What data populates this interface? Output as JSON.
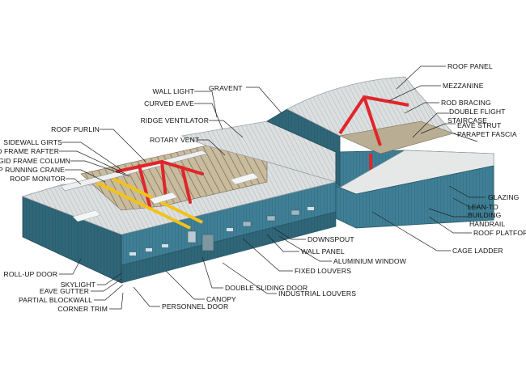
{
  "colors": {
    "wall_panel": "#3f7f95",
    "wall_panel_dark": "#2f6678",
    "roof_panel": "#d9dcdc",
    "frame_red": "#e0262b",
    "crane_yellow": "#f2c21b",
    "floor": "#c8b89a",
    "leader_line": "#222222"
  },
  "labels": {
    "wall_light": "WALL LIGHT",
    "curved_eave": "CURVED EAVE",
    "gravent": "GRAVENT",
    "roof_panel": "ROOF PANEL",
    "mezzanine": "MEZZANINE",
    "rod_bracing": "ROD BRACING",
    "double_flight_staircase_1": "DOUBLE FLIGHT",
    "double_flight_staircase_2": "STAIRCASE",
    "eave_strut": "EAVE STRUT",
    "parapet_fascia": "PARAPET FASCIA",
    "ridge_ventilator": "RIDGE VENTILATOR",
    "roof_purlin": "ROOF PURLIN",
    "rotary_vent": "ROTARY VENT",
    "sidewall_girts": "SIDEWALL GIRTS",
    "rigid_frame_rafter": "RIGID FRAME RAFTER",
    "rigid_frame_column": "RIGID FRAME COLUMN",
    "top_running_crane": "TOP RUNNING CRANE",
    "roof_monitor": "ROOF MONITOR",
    "glazing": "GLAZING",
    "lean_to_building_1": "LEAN-TO",
    "lean_to_building_2": "BUILDING",
    "handrail": "HANDRAIL",
    "roof_platform": "ROOF PLATFORM",
    "downspout": "DOWNSPOUT",
    "wall_panel": "WALL PANEL",
    "aluminium_window": "ALUMINIUM WINDOW",
    "cage_ladder": "CAGE LADDER",
    "fixed_louvers": "FIXED LOUVERS",
    "double_sliding_door": "DOUBLE SLIDING DOOR",
    "roll_up_door": "ROLL-UP DOOR",
    "skylight": "SKYLIGHT",
    "canopy": "CANOPY",
    "eave_gutter": "EAVE GUTTER",
    "industrial_louvers": "INDUSTRIAL LOUVERS",
    "partial_blockwall": "PARTIAL BLOCKWALL",
    "corner_trim": "CORNER TRIM",
    "personnel_door": "PERSONNEL DOOR"
  }
}
